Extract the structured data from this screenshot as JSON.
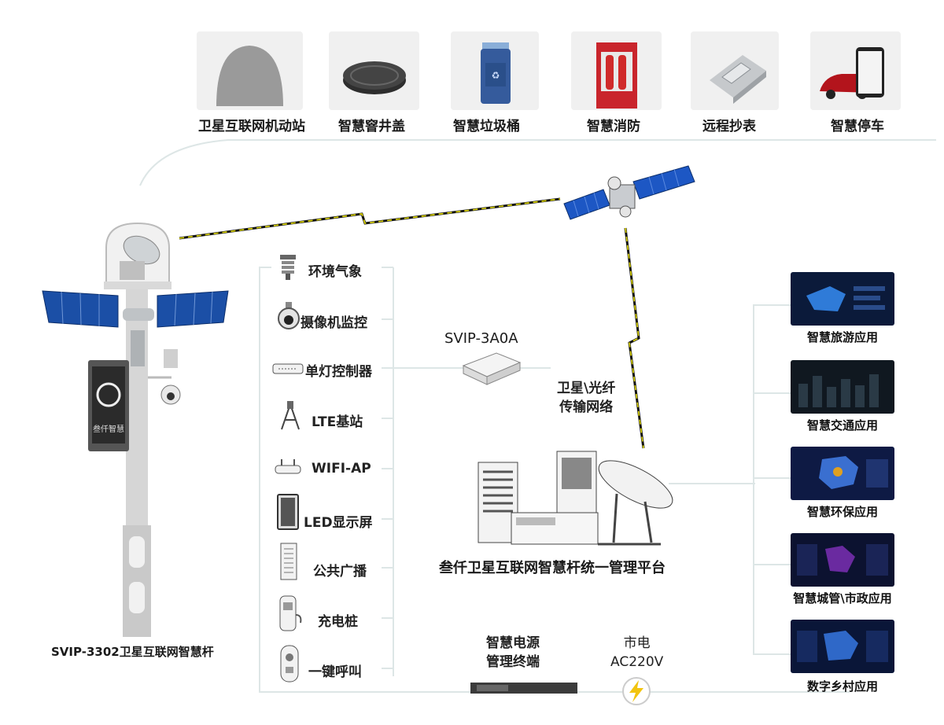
{
  "top_items": [
    {
      "label": "卫星互联网机动站",
      "icon": "dome-station-icon"
    },
    {
      "label": "智慧窨井盖",
      "icon": "manhole-cover-icon"
    },
    {
      "label": "智慧垃圾桶",
      "icon": "trash-bin-icon"
    },
    {
      "label": "智慧消防",
      "icon": "fire-cabinet-icon"
    },
    {
      "label": "远程抄表",
      "icon": "meter-icon"
    },
    {
      "label": "智慧停车",
      "icon": "parking-phone-icon"
    }
  ],
  "pole_label": "SVIP-3302卫星互联网智慧杆",
  "pole_panel_text": "叁仟智慧",
  "devices": [
    {
      "label": "环境气象",
      "icon": "weather-sensor-icon"
    },
    {
      "label": "摄像机监控",
      "icon": "camera-icon"
    },
    {
      "label": "单灯控制器",
      "icon": "lamp-controller-icon"
    },
    {
      "label": "LTE基站",
      "icon": "lte-antenna-icon"
    },
    {
      "label": "WIFI-AP",
      "icon": "wifi-ap-icon"
    },
    {
      "label": "LED显示屏",
      "icon": "led-screen-icon"
    },
    {
      "label": "公共广播",
      "icon": "speaker-icon"
    },
    {
      "label": "充电桩",
      "icon": "charger-icon"
    },
    {
      "label": "一键呼叫",
      "icon": "call-button-icon"
    }
  ],
  "gateway_label": "SVIP-3A0A",
  "transmission_label": {
    "line1": "卫星\\光纤",
    "line2": "传输网络"
  },
  "platform_label": "叁仟卫星互联网智慧杆统一管理平台",
  "power_terminal_label": {
    "line1": "智慧电源",
    "line2": "管理终端"
  },
  "mains_label": {
    "line1": "市电",
    "line2": "AC220V"
  },
  "applications": [
    {
      "label": "智慧旅游应用"
    },
    {
      "label": "智慧交通应用"
    },
    {
      "label": "智慧环保应用"
    },
    {
      "label": "智慧城管\\市政应用"
    },
    {
      "label": "数字乡村应用"
    }
  ],
  "colors": {
    "line": "#d8e2e2",
    "lightning": "#e8e000",
    "solar_panel": "#1a4fa8",
    "pole": "#d6d6d6",
    "app_bg": "#0b1a3a"
  }
}
